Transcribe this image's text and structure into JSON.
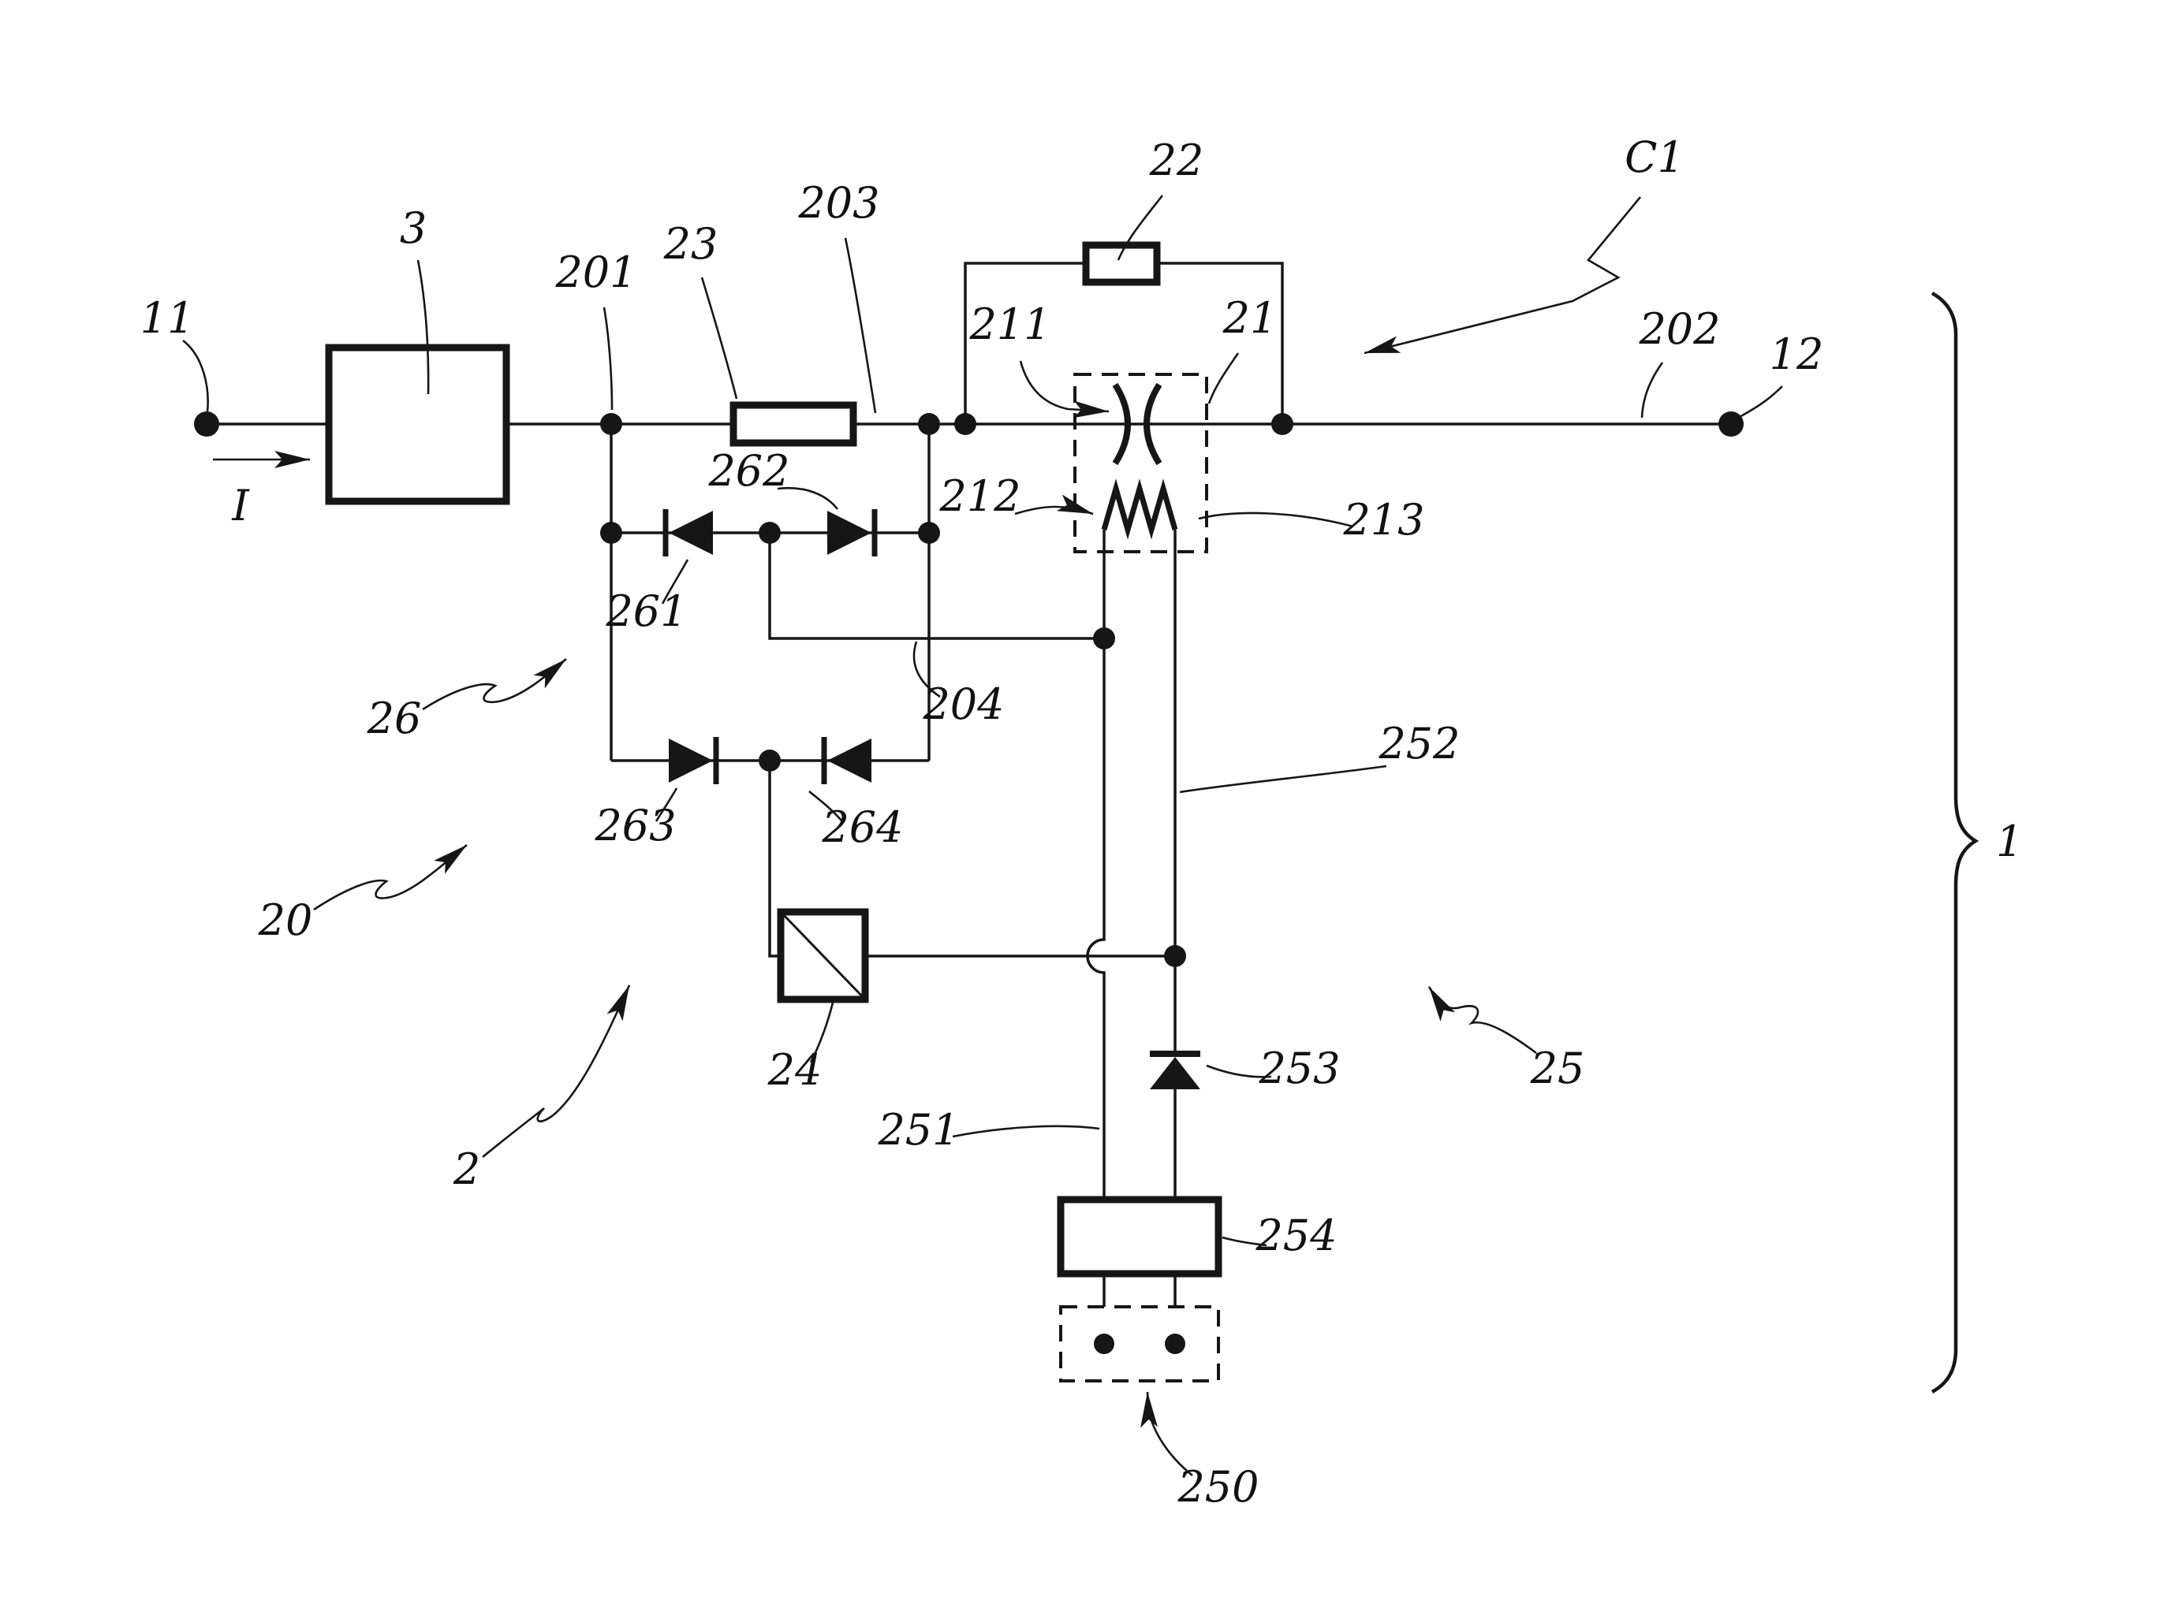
{
  "figure": {
    "kind": "patent-circuit-schematic",
    "colors": {
      "ink": "#161616",
      "background": "#ffffff"
    },
    "labels": {
      "n11": "11",
      "n3": "3",
      "current": "I",
      "n201": "201",
      "n23": "23",
      "n203": "203",
      "n22": "22",
      "c1": "C1",
      "n202": "202",
      "n12": "12",
      "n211": "211",
      "n21": "21",
      "n212": "212",
      "n213": "213",
      "n261": "261",
      "n262": "262",
      "n263": "263",
      "n264": "264",
      "n26": "26",
      "n204": "204",
      "n252": "252",
      "n20": "20",
      "n24": "24",
      "n2": "2",
      "n251": "251",
      "n253": "253",
      "n25": "25",
      "n254": "254",
      "n250": "250",
      "n1": "1"
    }
  }
}
